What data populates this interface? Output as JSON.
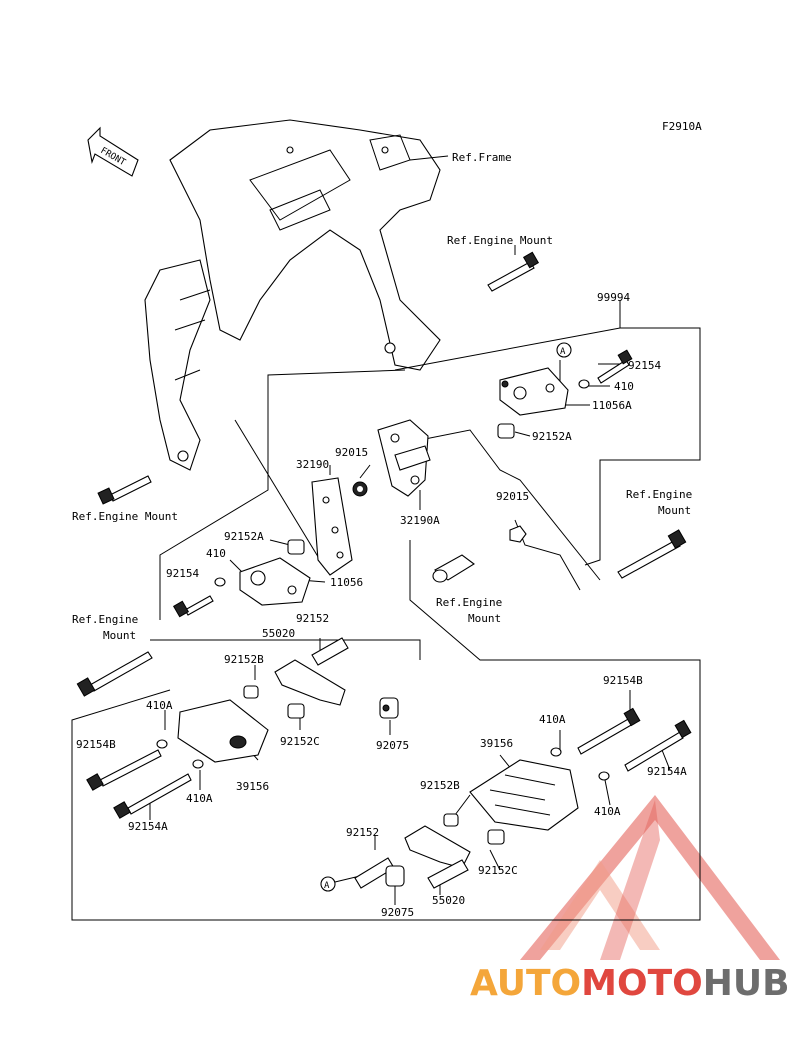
{
  "figure_code": "F2910A",
  "front_arrow_label": "FRONT",
  "labels": {
    "ref_frame": "Ref.Frame",
    "ref_engine_mount_top": "Ref.Engine Mount",
    "ref_engine_mount_left": "Ref.Engine Mount",
    "ref_engine_mount_right_l1": "Ref.Engine",
    "ref_engine_mount_right_l2": "Mount",
    "ref_engine_mount_mid_l1": "Ref.Engine",
    "ref_engine_mount_mid_l2": "Mount",
    "ref_engine_mount_low_l1": "Ref.Engine",
    "ref_engine_mount_low_l2": "Mount",
    "p99994": "99994",
    "p92154_top": "92154",
    "p410_top": "410",
    "p11056A": "11056A",
    "p92152A_top": "92152A",
    "p92015_a": "92015",
    "p32190": "32190",
    "p32190A": "32190A",
    "p92015_b": "92015",
    "p92152A_left": "92152A",
    "p410_left": "410",
    "p92154_left": "92154",
    "p11056": "11056",
    "p92152_l": "92152",
    "p55020_l": "55020",
    "p92152B_l": "92152B",
    "p410A_l1": "410A",
    "p92152C_l": "92152C",
    "p92075_l": "92075",
    "p92154B_l": "92154B",
    "p39156_l": "39156",
    "p410A_l2": "410A",
    "p92154A_l": "92154A",
    "p92154B_r": "92154B",
    "p410A_r1": "410A",
    "p39156_r": "39156",
    "p92154A_r": "92154A",
    "p92152B_r": "92152B",
    "p410A_r2": "410A",
    "p92152_r": "92152",
    "p92152C_r": "92152C",
    "p92075_r": "92075",
    "p55020_r": "55020",
    "callout_a": "A"
  },
  "watermark": {
    "part1": "AUTO",
    "part2": "MOTO",
    "part3": "HUB",
    "color_orange": "#f4a63a",
    "color_red": "#e0473f",
    "color_grey": "#6d6d6d"
  }
}
